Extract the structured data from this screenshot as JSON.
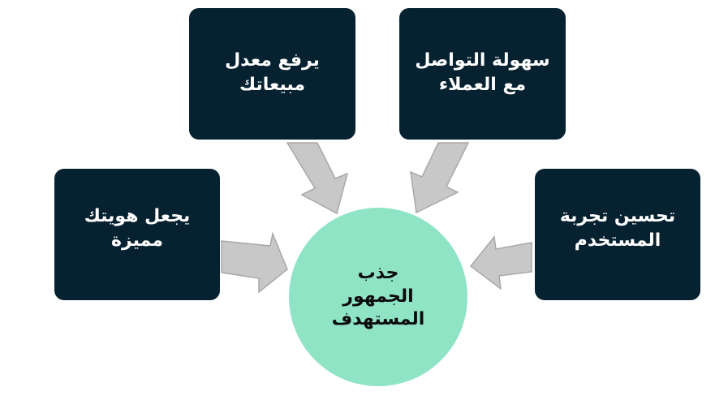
{
  "colors": {
    "box_background": "#062230",
    "box_text": "#ffffff",
    "center_background": "#8fe4c6",
    "center_text": "#0b0b0b",
    "arrow_fill": "#c8c8c8",
    "arrow_stroke": "#a8a8a8"
  },
  "center": {
    "label": "جذب\nالجمهور\nالمستهدف"
  },
  "boxes": {
    "sales": {
      "label": "يرفع معدل\nمبيعاتك"
    },
    "contact": {
      "label": "سهولة التواصل\nمع العملاء"
    },
    "ux": {
      "label": "تحسين تجربة\nالمستخدم"
    },
    "brand": {
      "label": "يجعل هويتك\nمميزة"
    }
  }
}
